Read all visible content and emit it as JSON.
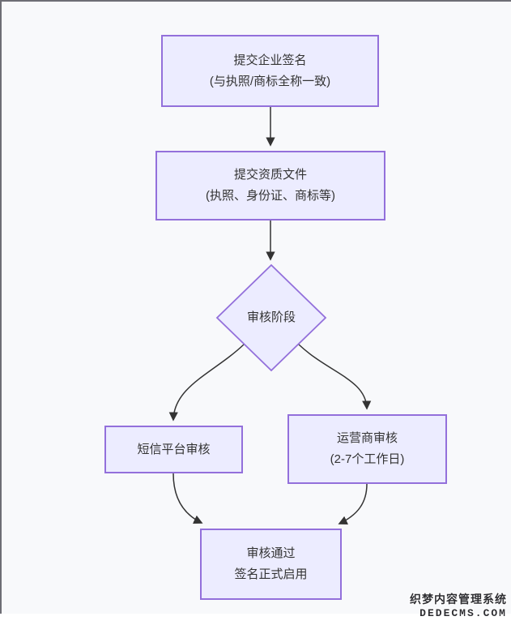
{
  "diagram": {
    "title_semantic": "SMS signature approval flowchart",
    "colors": {
      "page_background": "#f8f9fb",
      "node_fill": "#ececff",
      "node_border": "#9370db",
      "edge_color": "#333333",
      "text_color": "#333333",
      "frame_border": "#6e6e75"
    },
    "nodes": {
      "submit_signature": {
        "line1": "提交企业签名",
        "line2": "(与执照/商标全称一致)"
      },
      "submit_documents": {
        "line1": "提交资质文件",
        "line2": "(执照、身份证、商标等)"
      },
      "review_stage": {
        "label": "审核阶段"
      },
      "platform_review": {
        "label": "短信平台审核"
      },
      "carrier_review": {
        "line1": "运营商审核",
        "line2": "(2-7个工作日)"
      },
      "approved": {
        "line1": "审核通过",
        "line2": "签名正式启用"
      }
    },
    "edges": [
      {
        "from": "submit_signature",
        "to": "submit_documents"
      },
      {
        "from": "submit_documents",
        "to": "review_stage"
      },
      {
        "from": "review_stage",
        "to": "platform_review"
      },
      {
        "from": "review_stage",
        "to": "carrier_review"
      },
      {
        "from": "platform_review",
        "to": "approved"
      },
      {
        "from": "carrier_review",
        "to": "approved"
      }
    ]
  },
  "watermark": {
    "line1": "织梦内容管理系统",
    "line2": "DEDECMS.COM"
  }
}
